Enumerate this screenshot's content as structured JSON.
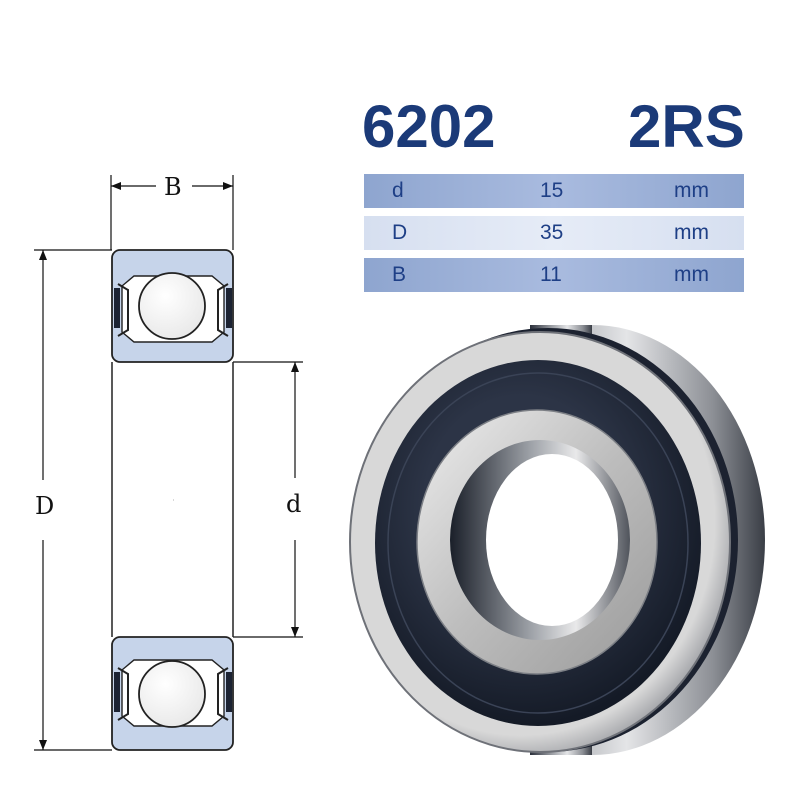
{
  "header": {
    "model": "6202",
    "seal_type": "2RS"
  },
  "specs": [
    {
      "symbol": "d",
      "value": "15",
      "unit": "mm"
    },
    {
      "symbol": "D",
      "value": "35",
      "unit": "mm"
    },
    {
      "symbol": "B",
      "value": "11",
      "unit": "mm"
    }
  ],
  "diagram": {
    "width_label": "B",
    "outer_label": "D",
    "bore_label": "d"
  },
  "colors": {
    "title": "#1b3a78",
    "table_dark": "#8ea5cf",
    "table_light": "#e6ecf7",
    "section_fill": "#c6d4ea",
    "seal": "#1c2333",
    "steel": "#c9c9c9"
  }
}
